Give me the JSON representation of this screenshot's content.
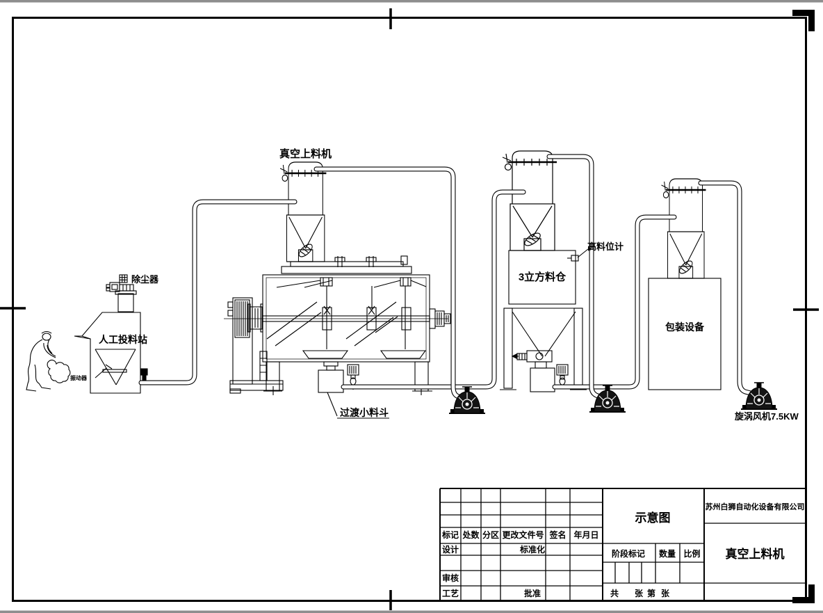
{
  "page": {
    "background": "#ffffff",
    "line_color": "#000000",
    "edge_strip_color": "#8e8e8e"
  },
  "labels": {
    "vacuum_feeder": "真空上料机",
    "dust_collector": "除尘器",
    "manual_station": "人工投料站",
    "vibrator": "振动器",
    "transition_hopper": "过渡小料斗",
    "silo": "3立方料仓",
    "high_level_gauge": "高料位计",
    "packaging": "包装设备",
    "vortex_blower": "旋涡风机7.5KW"
  },
  "title_block": {
    "company": "苏州白狮自动化设备有限公司",
    "doc_type": "示意图",
    "product": "真空上料机",
    "headers": {
      "mark": "标记",
      "count": "处数",
      "zone": "分区",
      "change_no": "更改文件号",
      "sign": "签名",
      "date": "年月日"
    },
    "rows": {
      "design": "设计",
      "standard": "标准化",
      "audit": "审核",
      "craft": "工艺",
      "approve": "批准"
    },
    "stage_mark": "阶段标记",
    "quantity": "数量",
    "scale": "比例",
    "sheet": {
      "total": "共",
      "unit1": "张",
      "no": "第",
      "unit2": "张"
    }
  }
}
